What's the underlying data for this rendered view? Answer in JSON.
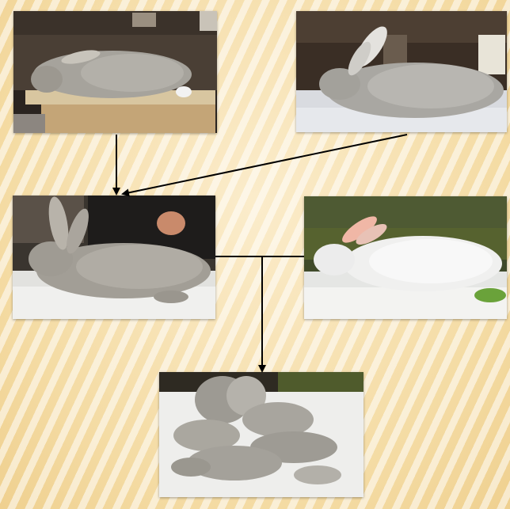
{
  "photos": [
    {
      "id": "p1",
      "icon": "gray-giant-rabbit-photo"
    },
    {
      "id": "p2",
      "icon": "gray-giant-rabbit-photo"
    },
    {
      "id": "p3",
      "icon": "gray-giant-rabbit-offspring-photo"
    },
    {
      "id": "p4",
      "icon": "white-giant-rabbit-photo"
    },
    {
      "id": "p5",
      "icon": "rabbit-kits-litter-photo"
    }
  ],
  "colors": {
    "background": "#f7e6b8",
    "stripe": "#ffffff",
    "arrow": "#000000"
  }
}
